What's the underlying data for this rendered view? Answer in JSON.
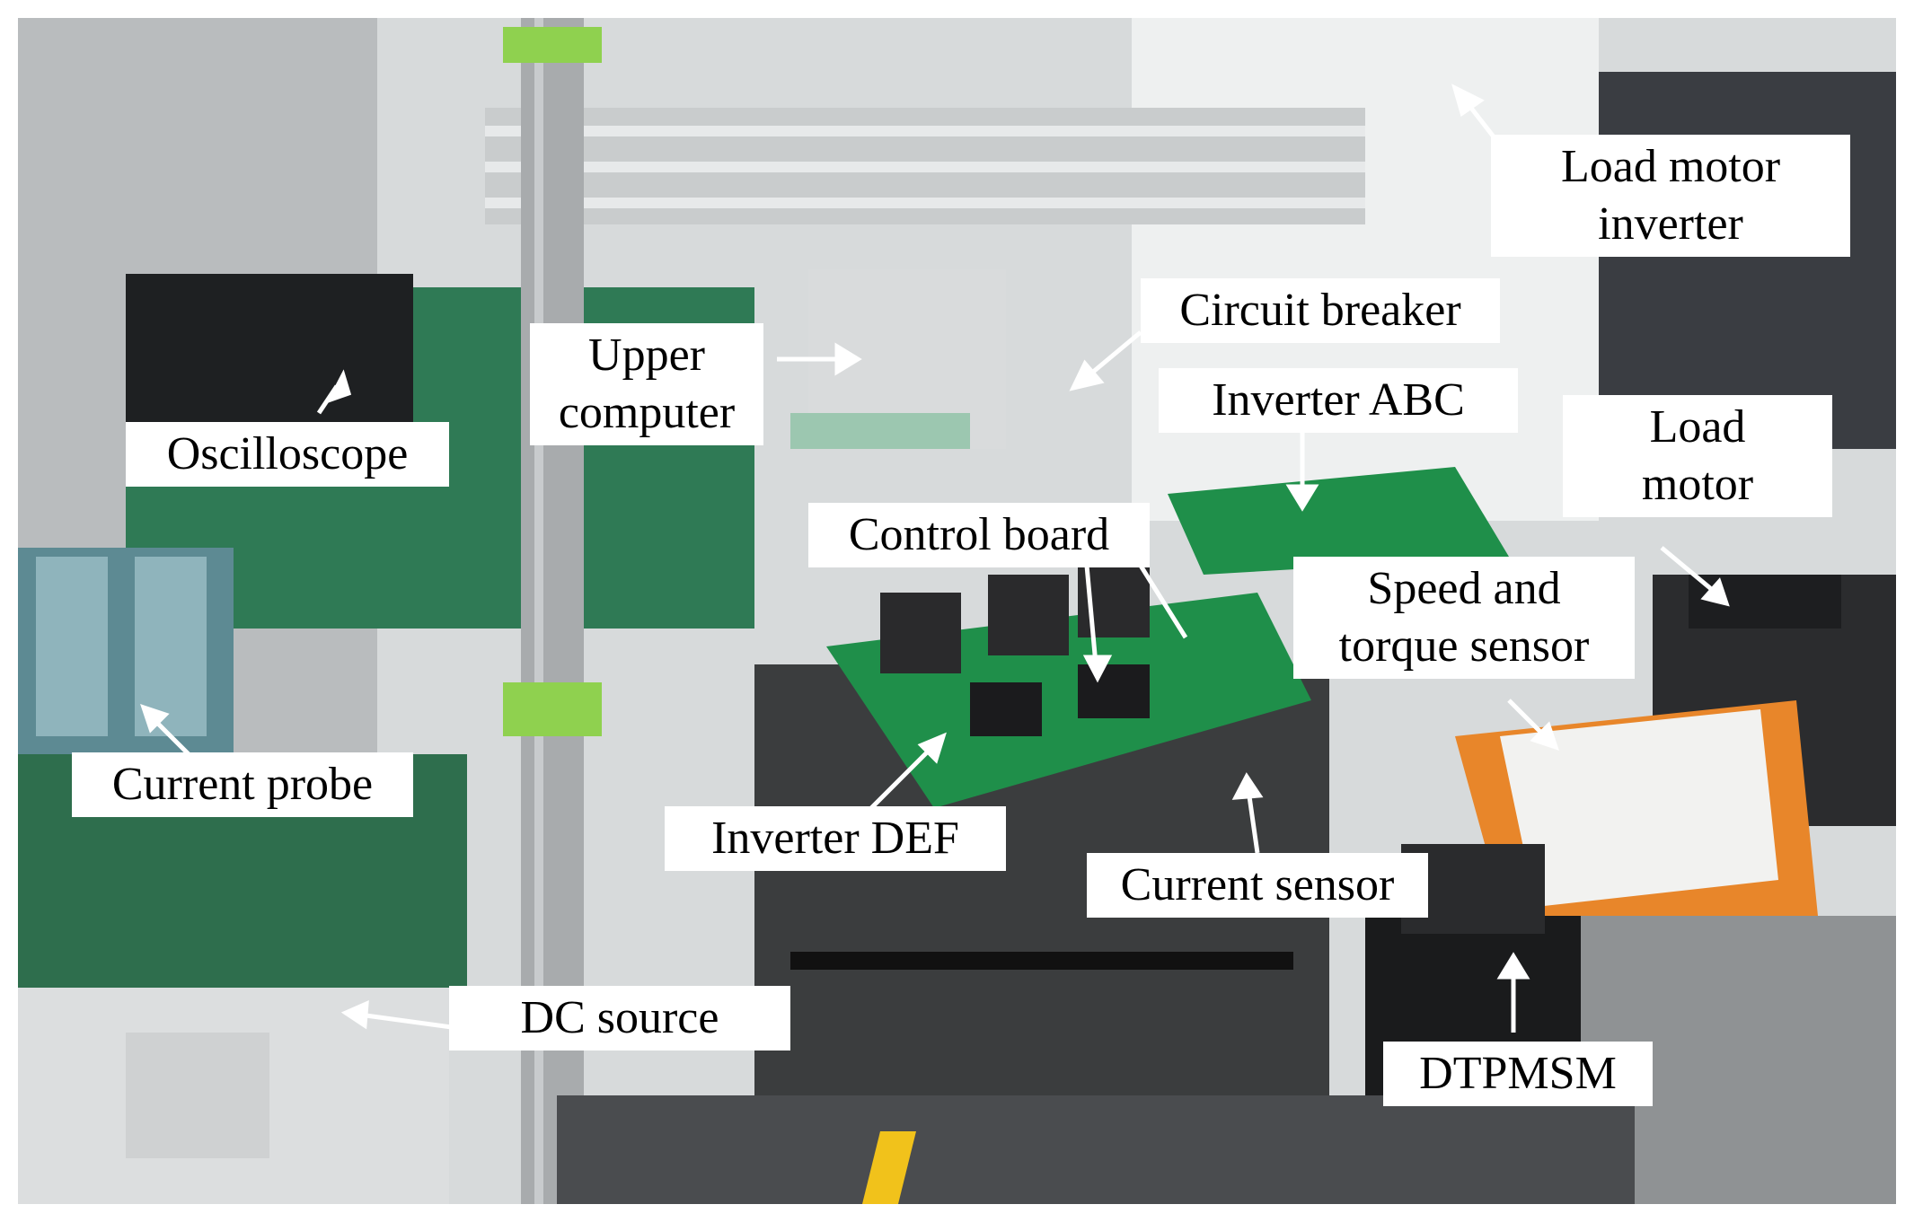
{
  "figure": {
    "labels": [
      {
        "id": "load-motor-inverter",
        "lines": [
          "Load motor",
          "inverter"
        ]
      },
      {
        "id": "circuit-breaker",
        "lines": [
          "Circuit breaker"
        ]
      },
      {
        "id": "upper-computer",
        "lines": [
          "Upper",
          "computer"
        ]
      },
      {
        "id": "inverter-abc",
        "lines": [
          "Inverter ABC"
        ]
      },
      {
        "id": "load-motor",
        "lines": [
          "Load",
          "motor"
        ]
      },
      {
        "id": "oscilloscope",
        "lines": [
          "Oscilloscope"
        ]
      },
      {
        "id": "control-board",
        "lines": [
          "Control board"
        ]
      },
      {
        "id": "speed-torque-sensor",
        "lines": [
          "Speed and",
          "torque sensor"
        ]
      },
      {
        "id": "current-probe",
        "lines": [
          "Current probe"
        ]
      },
      {
        "id": "inverter-def",
        "lines": [
          "Inverter DEF"
        ]
      },
      {
        "id": "current-sensor",
        "lines": [
          "Current sensor"
        ]
      },
      {
        "id": "dc-source",
        "lines": [
          "DC source"
        ]
      },
      {
        "id": "dtpmsm",
        "lines": [
          "DTPMSM"
        ]
      }
    ],
    "colors": {
      "pcb": "#1f8f4a",
      "motor_housing": "#e8862a",
      "frame_accent": "#8fd14f",
      "bench_top": "#2f7a55",
      "arrow": "#ffffff"
    }
  }
}
